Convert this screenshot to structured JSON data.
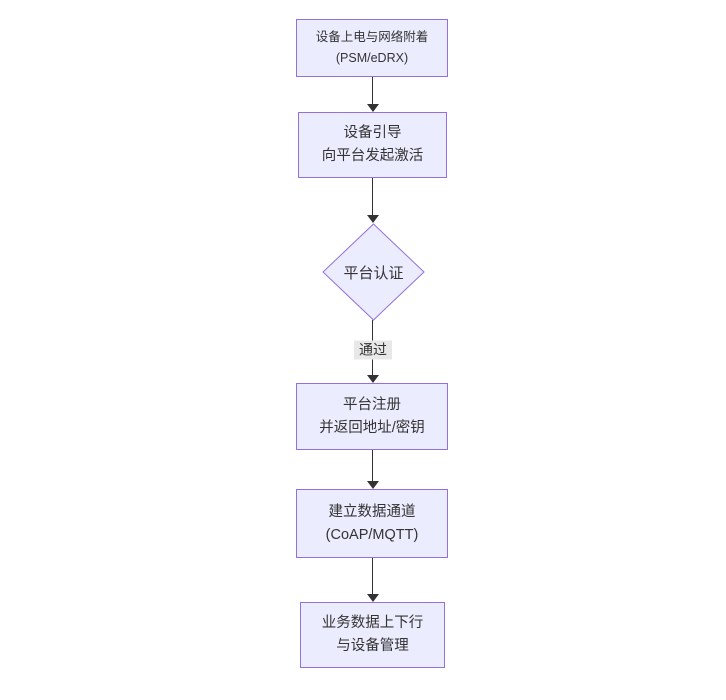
{
  "diagram": {
    "type": "flowchart-top-down",
    "colors": {
      "bg": "#ffffff",
      "node_fill": "#ECECFF",
      "node_border": "#9370DB",
      "edge_color": "#333333",
      "label_bg": "#e8e8e8",
      "text_color": "#333333"
    },
    "nodes": [
      {
        "id": "power-attach",
        "shape": "rect",
        "lines": [
          "设备上电与网络附着",
          "(PSM/eDRX)"
        ]
      },
      {
        "id": "bootstrap",
        "shape": "rect",
        "lines": [
          "设备引导",
          "向平台发起激活"
        ]
      },
      {
        "id": "platform-auth",
        "shape": "diamond",
        "lines": [
          "平台认证"
        ]
      },
      {
        "id": "platform-register",
        "shape": "rect",
        "lines": [
          "平台注册",
          "并返回地址/密钥"
        ]
      },
      {
        "id": "data-channel",
        "shape": "rect",
        "lines": [
          "建立数据通道",
          "(CoAP/MQTT)"
        ]
      },
      {
        "id": "business-data",
        "shape": "rect",
        "lines": [
          "业务数据上下行",
          "与设备管理"
        ]
      }
    ],
    "edges": [
      {
        "from": "power-attach",
        "to": "bootstrap",
        "label": ""
      },
      {
        "from": "bootstrap",
        "to": "platform-auth",
        "label": ""
      },
      {
        "from": "platform-auth",
        "to": "platform-register",
        "label": "通过"
      },
      {
        "from": "platform-register",
        "to": "data-channel",
        "label": ""
      },
      {
        "from": "data-channel",
        "to": "business-data",
        "label": ""
      }
    ]
  }
}
